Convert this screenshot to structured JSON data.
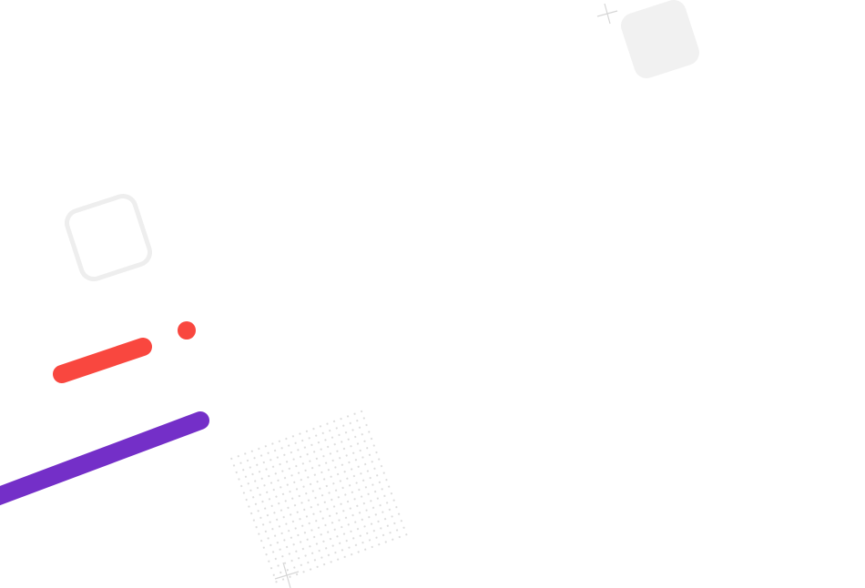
{
  "colors": {
    "background": "#ffffff",
    "light_gray": "#f1f1f1",
    "outline_gray": "#eeeeee",
    "plus_gray": "#d6d6d6",
    "dot_gray": "#dcdcdc",
    "red": "#f9473f",
    "purple": "#742fc8"
  },
  "shapes": [
    {
      "name": "filled-rounded-square",
      "icon": "rounded-square-filled"
    },
    {
      "name": "outlined-rounded-square",
      "icon": "rounded-square-outline"
    },
    {
      "name": "red-line",
      "icon": "stroke-line"
    },
    {
      "name": "red-dot",
      "icon": "circle"
    },
    {
      "name": "purple-line",
      "icon": "stroke-line"
    },
    {
      "name": "dot-grid",
      "icon": "dot-pattern"
    },
    {
      "name": "plus-marks",
      "icon": "plus-icon"
    }
  ]
}
